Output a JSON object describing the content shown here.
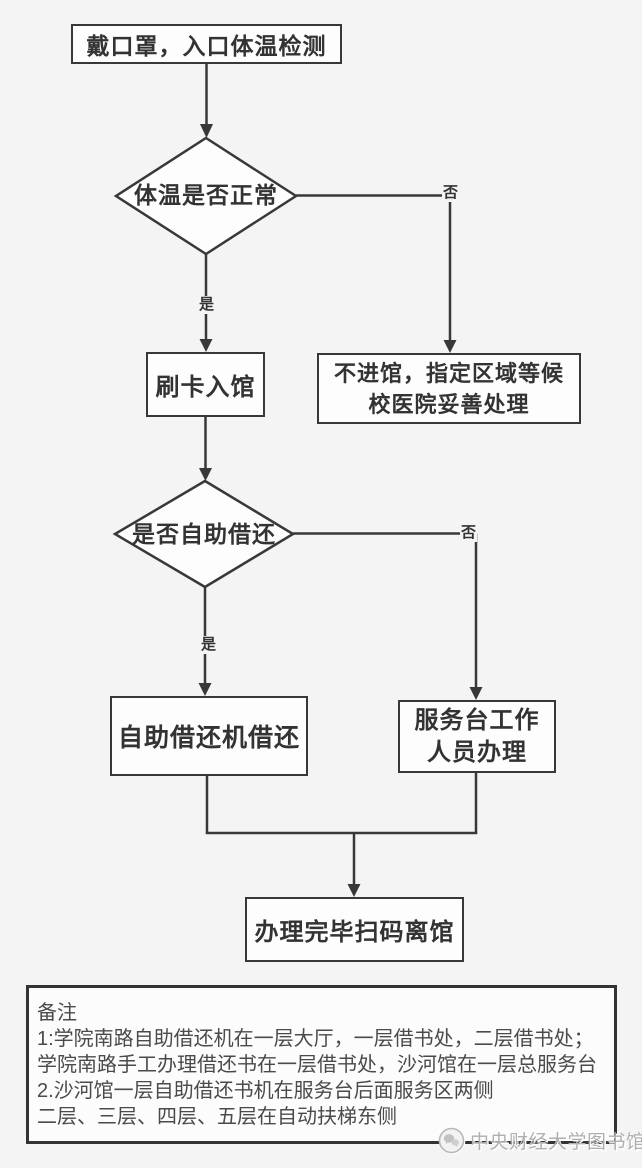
{
  "flowchart": {
    "start": "戴口罩，入口体温检测",
    "decision_temperature": "体温是否正常",
    "yes1": "是",
    "no1": "否",
    "process_enter": "刷卡入馆",
    "process_no_entry_line1": "不进馆，指定区域等候",
    "process_no_entry_line2": "校医院妥善处理",
    "decision_self_service": "是否自助借还",
    "yes2": "是",
    "no2": "否",
    "process_self_machine": "自助借还机借还",
    "process_desk_line1": "服务台工作",
    "process_desk_line2": "人员办理",
    "end": "办理完毕扫码离馆"
  },
  "notes": {
    "title": "备注",
    "line1": "1:学院南路自助借还机在一层大厅，一层借书处，二层借书处；",
    "line2": "学院南路手工办理借还书在一层借书处，沙河馆在一层总服务台",
    "line3": "2.沙河馆一层自助借还书机在服务台后面服务区两侧",
    "line4": "二层、三层、四层、五层在自动扶梯东侧"
  },
  "watermark": {
    "text": "中央财经大学图书馆",
    "icon": "wechat-account-logo-icon"
  },
  "colors": {
    "background": "#f4f4f5",
    "node_fill": "#fdfdfd",
    "stroke": "#383838",
    "text": "#333333",
    "notes_text": "#4a4a4a",
    "watermark": "#b0b0b0"
  }
}
